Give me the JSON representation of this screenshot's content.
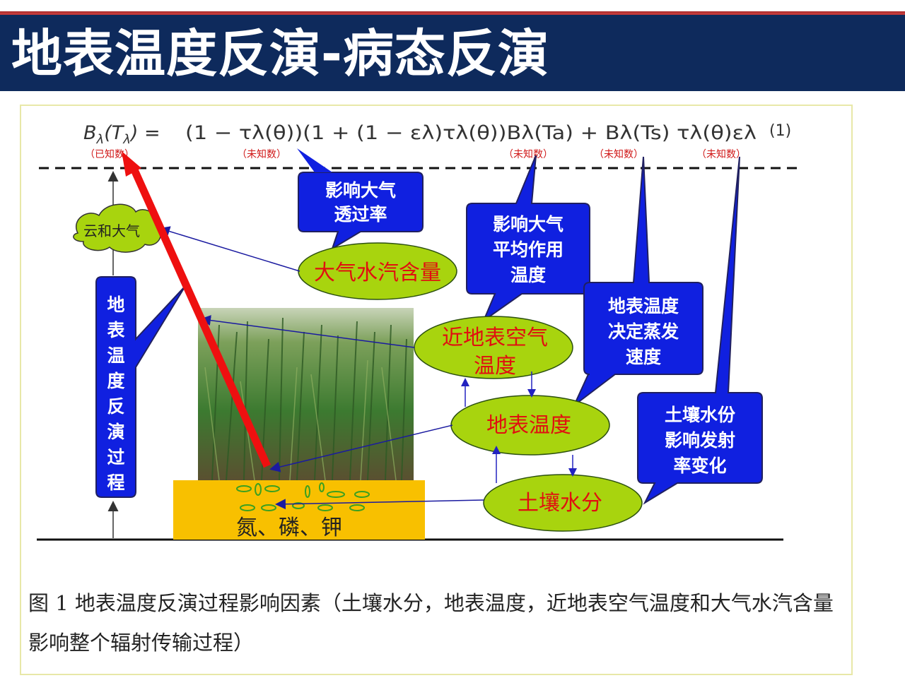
{
  "slide": {
    "title": "地表温度反演-病态反演"
  },
  "equation": {
    "lhs": "B",
    "text": "(1 − τλ(θ))(1 + (1 − ελ)τλ(θ))Bλ(Ta) + Bλ(Ts) τλ(θ)ελ",
    "number": "(1)",
    "known_label": "（已知数）",
    "unknown_label": "（未知数）"
  },
  "callouts": {
    "atm_transmittance": [
      "影响大气",
      "透过率"
    ],
    "mean_air_temp": [
      "影响大气",
      "平均作用",
      "温度"
    ],
    "evaporation": [
      "地表温度",
      "决定蒸发",
      "速度"
    ],
    "emissivity": [
      "土壤水份",
      "影响发射",
      "率变化"
    ],
    "inversion_process": [
      "地",
      "表",
      "温",
      "度",
      "反",
      "演",
      "过",
      "程"
    ]
  },
  "ellipses": {
    "water_vapor": "大气水汽含量",
    "near_air_temp": [
      "近地表空气",
      "温度"
    ],
    "surface_temp": "地表温度",
    "soil_moisture": "土壤水分"
  },
  "cloud": "云和大气",
  "soil": "氮、磷、钾",
  "caption": "图 1 地表温度反演过程影响因素（土壤水分，地表温度，近地表空气温度和大气水汽含量影响整个辐射传输过程）",
  "colors": {
    "header_bg": "#0e2a5c",
    "callout_fill": "#1020e0",
    "ellipse_fill": "#a8d40e",
    "red_text": "#e01010",
    "soil_fill": "#f8c000",
    "red_arrow": "#ee1010"
  }
}
